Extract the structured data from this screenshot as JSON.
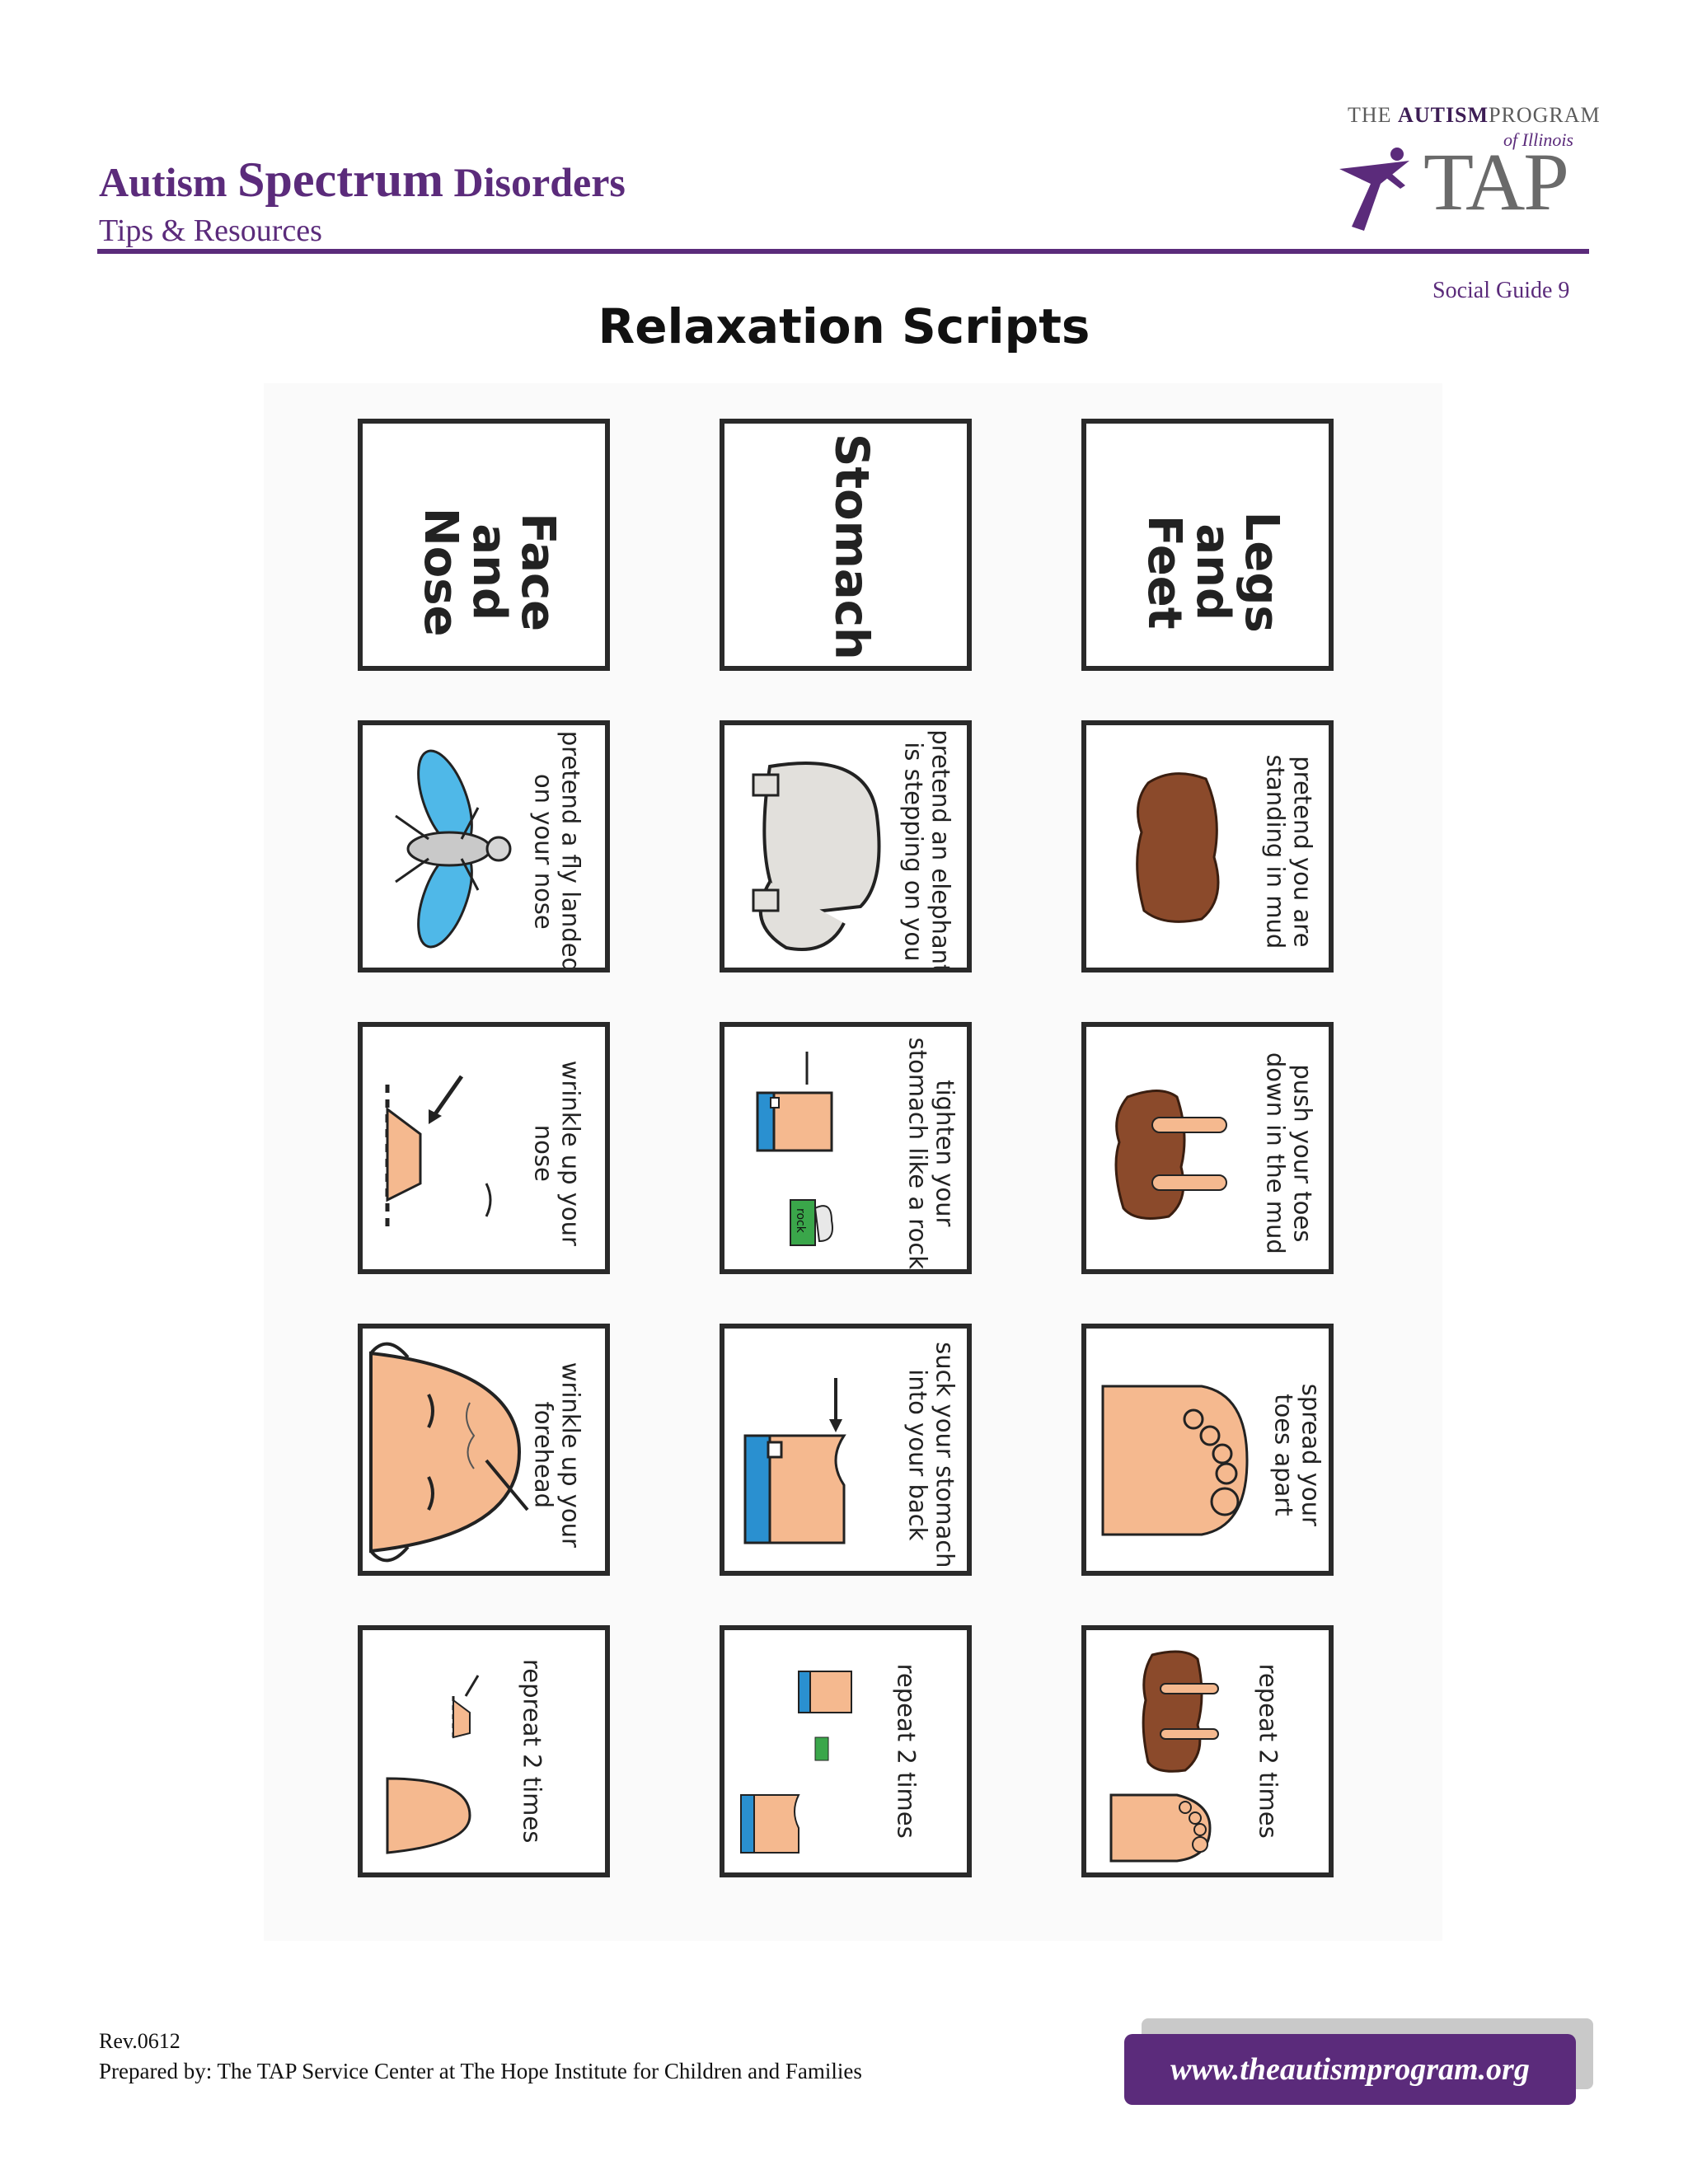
{
  "header": {
    "title_part1": "Autism",
    "title_part2": "Spectrum",
    "title_part3": "Disorders",
    "subtitle": "Tips & Resources",
    "guide_label": "Social Guide 9"
  },
  "logo": {
    "line_a": "THE",
    "line_b": "AUTISM",
    "line_c": "PROGRAM",
    "line_d": "of Illinois",
    "letters": "TAP"
  },
  "page_title": "Relaxation Scripts",
  "columns": [
    {
      "heading": "Face\nand\nNose",
      "cards": [
        {
          "caption": "pretend a fly landed\non your nose",
          "icon": "fly-icon"
        },
        {
          "caption": "wrinkle up your\nnose",
          "icon": "nose-wrinkle-icon"
        },
        {
          "caption": "wrinkle up your\nforehead",
          "icon": "forehead-icon"
        },
        {
          "caption": "repreat 2 times",
          "icon": "face-repeat-icon"
        }
      ]
    },
    {
      "heading": "Stomach",
      "cards": [
        {
          "caption": "pretend an elephant\nis stepping on you",
          "icon": "elephant-icon"
        },
        {
          "caption": "tighten your\nstomach like a rock",
          "icon": "stomach-rock-icon",
          "rock_label": "rock"
        },
        {
          "caption": "suck your stomach\ninto your back",
          "icon": "stomach-suck-icon"
        },
        {
          "caption": "repeat 2 times",
          "icon": "stomach-repeat-icon"
        }
      ]
    },
    {
      "heading": "Legs\nand\nFeet",
      "cards": [
        {
          "caption": "pretend you are\nstanding in mud",
          "icon": "mud-icon"
        },
        {
          "caption": "push your toes\ndown in the mud",
          "icon": "toes-mud-icon"
        },
        {
          "caption": "spread your\ntoes apart",
          "icon": "foot-icon"
        },
        {
          "caption": "repeat 2 times",
          "icon": "feet-repeat-icon"
        }
      ]
    }
  ],
  "footer": {
    "revision": "Rev.0612",
    "prepared_by": "Prepared by: The TAP Service Center at The Hope Institute for Children and Families",
    "url": "www.theautismprogram.org"
  },
  "colors": {
    "brand_purple": "#5b2b7b",
    "fly_wing": "#4fb8e8",
    "skin": "#f5b98f",
    "mud": "#8b4a2b",
    "denim": "#2a90d0",
    "rock_green": "#3aa64a"
  }
}
